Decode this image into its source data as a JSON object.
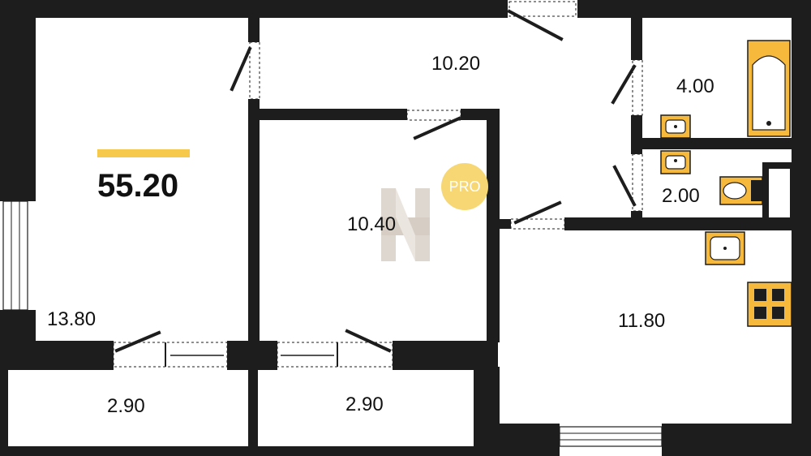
{
  "plan": {
    "total_area": "55.20",
    "accent_color": "#f6c84b",
    "wall_color": "#1d1d1d",
    "fixture_color": "#f6b93b",
    "rooms": [
      {
        "id": "living-room",
        "area": "13.80"
      },
      {
        "id": "hallway",
        "area": "10.20"
      },
      {
        "id": "bedroom",
        "area": "10.40"
      },
      {
        "id": "bathroom",
        "area": "4.00"
      },
      {
        "id": "toilet",
        "area": "2.00"
      },
      {
        "id": "kitchen",
        "area": "11.80"
      },
      {
        "id": "balcony-left",
        "area": "2.90"
      },
      {
        "id": "balcony-right",
        "area": "2.90"
      }
    ],
    "watermark": {
      "badge_text": "PRO",
      "badge_color": "#f7d774"
    }
  }
}
